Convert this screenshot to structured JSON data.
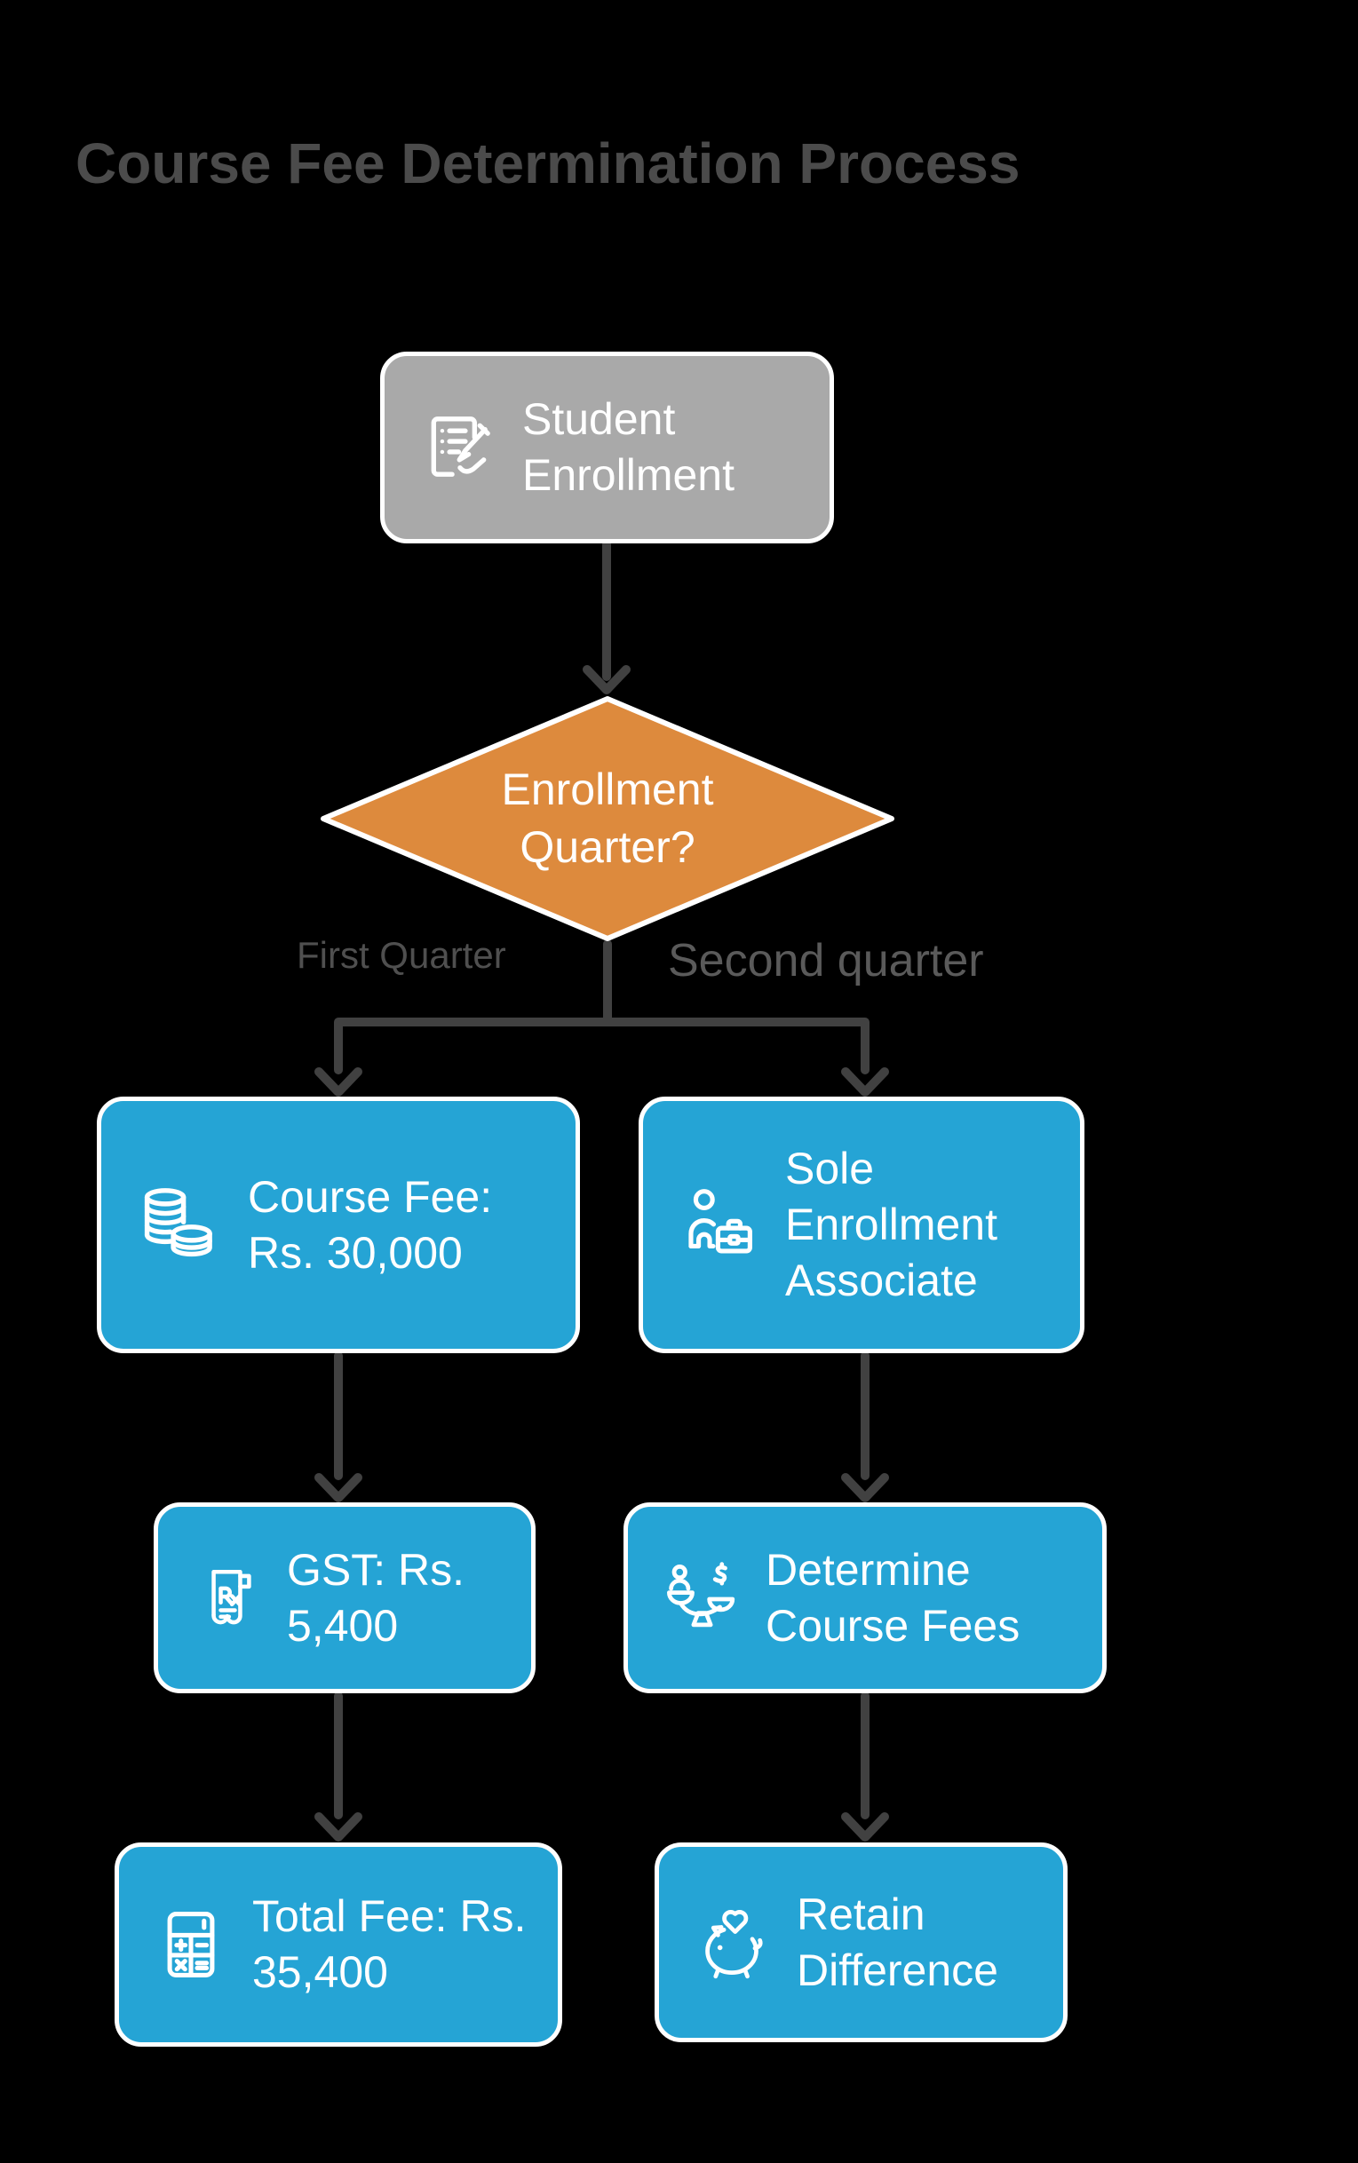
{
  "title": "Course Fee Determination Process",
  "nodes": {
    "start": {
      "label": "Student Enrollment",
      "icon": "enrollment-form-icon",
      "shape": "rounded-rectangle"
    },
    "decision": {
      "label": "Enrollment Quarter?",
      "shape": "diamond"
    },
    "branch_left": {
      "condition": "First Quarter",
      "steps": [
        {
          "label": "Course Fee: Rs. 30,000",
          "icon": "coins-icon"
        },
        {
          "label": "GST: Rs. 5,400",
          "icon": "rx-receipt-icon"
        },
        {
          "label": "Total Fee: Rs. 35,400",
          "icon": "calculator-icon"
        }
      ]
    },
    "branch_right": {
      "condition": "Second quarter",
      "steps": [
        {
          "label": "Sole Enrollment Associate",
          "icon": "agent-briefcase-icon"
        },
        {
          "label": "Determine Course Fees",
          "icon": "balance-scale-icon"
        },
        {
          "label": "Retain Difference",
          "icon": "piggy-bank-heart-icon"
        }
      ]
    }
  },
  "colors": {
    "background": "#000000",
    "title_text": "#4b4b4b",
    "start_fill": "#a9a9a9",
    "decision_fill": "#dd8a3d",
    "step_fill": "#25a4d5",
    "node_border": "#ffffff",
    "node_text": "#ffffff",
    "connector": "#414141",
    "branch_label_left": "#4f4f4f",
    "branch_label_right": "#5a5a5a"
  }
}
